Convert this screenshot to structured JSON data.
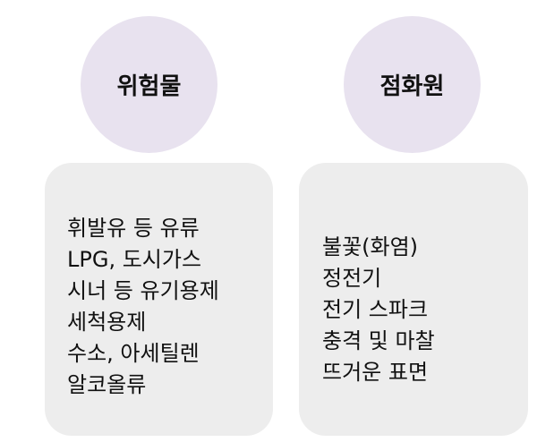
{
  "hazard": {
    "title": "위험물",
    "items": [
      "휘발유 등 유류",
      "LPG, 도시가스",
      "시너 등 유기용제",
      "세척용제",
      "수소, 아세틸렌",
      "알코올류"
    ]
  },
  "ignition": {
    "title": "점화원",
    "items": [
      "불꽃(화염)",
      "정전기",
      "전기 스파크",
      "충격 및 마찰",
      "뜨거운 표면"
    ]
  }
}
